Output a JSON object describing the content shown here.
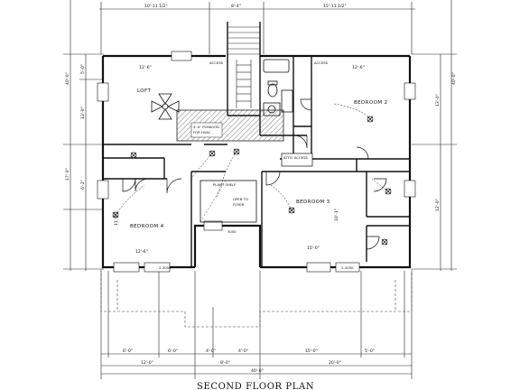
{
  "title": "SECOND FLOOR PLAN",
  "rooms": {
    "loft": "LOFT",
    "bedroom2": "BEDROOM 2",
    "bedroom3": "BEDROOM 3",
    "bedroom4": "BEDROOM 4"
  },
  "notes": {
    "plywood": "4'-0\" PLYWOOD FOR HVAC",
    "open_to_foyer": "OPEN TO FOYER",
    "attic_access": "ATTIC ACCESS",
    "plant_shelf": "PLANT SHELF",
    "access_left": "ACCESS",
    "access_right": "ACCESS"
  },
  "dims": {
    "top_left": "10'-11 1/2\"",
    "top_center": "8'-4\"",
    "top_right": "15'-11 1/2\"",
    "left_overall": "40'-0\"",
    "left_a": "5'-0\"",
    "left_b": "12'-0\"",
    "left_c": "17'-0\"",
    "left_d": "6'-2\"",
    "right_overall": "40'-0\"",
    "right_a": "13'-0\"",
    "right_b": "12'-0\"",
    "loft_width": "12'-6\"",
    "bed2_width": "12'-6\"",
    "bed3_width": "15'-0\"",
    "bed4_width": "12'-6\"",
    "bed3_depth": "10'-1\"",
    "bed4_depth": "11'-6\"",
    "window_bed4": "2-3050",
    "window_bed3": "2-3050",
    "window_hall": "3050",
    "bottom_1": "6'-0\"",
    "bottom_2": "6'-0\"",
    "bottom_3": "4'-0\"",
    "bottom_4": "4'-0\"",
    "bottom_5": "15'-0\"",
    "bottom_6": "5'-0\"",
    "bottom_row2_left": "12'-0\"",
    "bottom_row2_mid": "8'-0\"",
    "bottom_row2_right": "20'-0\"",
    "bottom_overall": "40'-0\""
  }
}
